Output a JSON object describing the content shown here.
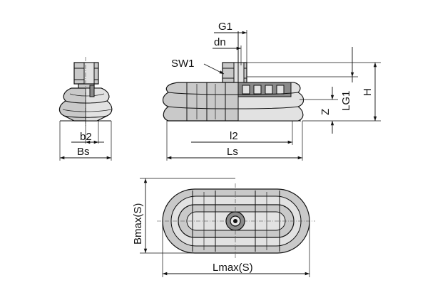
{
  "dimensions": {
    "g1": "G1",
    "dn": "dn",
    "sw1": "SW1",
    "h": "H",
    "lg1": "LG1",
    "z": "Z",
    "l2": "l2",
    "ls": "Ls",
    "b2": "b2",
    "bs": "Bs",
    "bmax": "Bmax(S)",
    "lmax": "Lmax(S)"
  }
}
